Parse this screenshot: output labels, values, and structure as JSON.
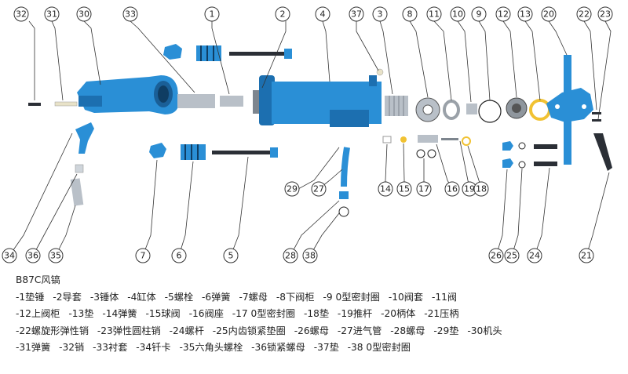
{
  "callouts": [
    "32",
    "31",
    "30",
    "33",
    "1",
    "2",
    "4",
    "37",
    "3",
    "8",
    "11",
    "10",
    "9",
    "12",
    "13",
    "20",
    "22",
    "23",
    "29",
    "27",
    "14",
    "15",
    "17",
    "16",
    "19",
    "18",
    "26",
    "25",
    "24",
    "21",
    "34",
    "36",
    "35",
    "7",
    "6",
    "5",
    "28",
    "38"
  ],
  "legend": {
    "title": "B87C风镐",
    "rows": [
      [
        "-1垫锤",
        "-2导套",
        "-3锤体",
        "-4缸体",
        "-5螺栓",
        "-6弹簧",
        "-7螺母",
        "-8下阀柜",
        "-9 0型密封圈",
        "-10阀套",
        "-11阀"
      ],
      [
        "-12上阀柜",
        "-13垫",
        "-14弹簧",
        "-15球阀",
        "-16阀座",
        "-17 0型密封圈",
        "-18垫",
        "-19推杆",
        "-20柄体",
        "-21压柄"
      ],
      [
        "-22螺旋形弹性销",
        "-23弹性圆柱销",
        "-24螺杆",
        "-25内齿锁紧垫圈",
        "-26螺母",
        "-27进气管",
        "-28螺母",
        "-29垫",
        "-30机头"
      ],
      [
        "-31弹簧",
        "-32销",
        "-33衬套",
        "-34钎卡",
        "-35六角头螺栓",
        "-36锁紧螺母",
        "-37垫",
        "-38 0型密封圈"
      ]
    ]
  },
  "colors": {
    "part_blue": "#2a8fd6",
    "steel": "#b9c0c8",
    "outline": "#333333"
  }
}
